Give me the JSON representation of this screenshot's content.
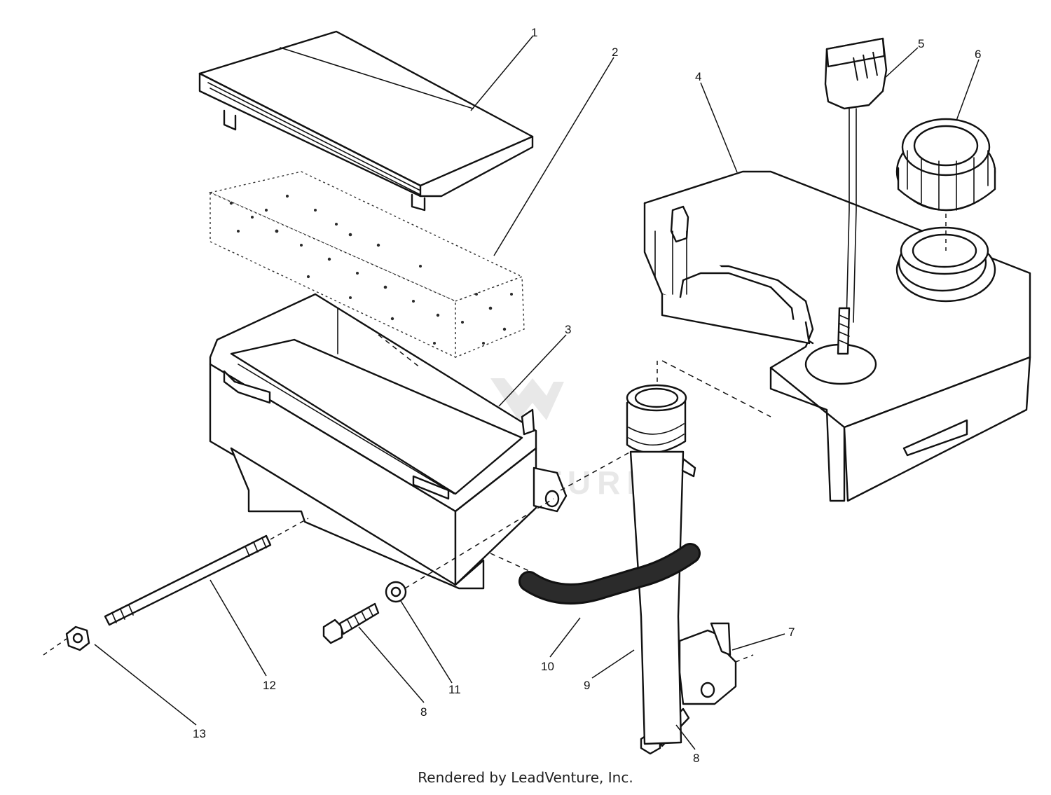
{
  "callouts": {
    "c1": "1",
    "c2": "2",
    "c3": "3",
    "c4": "4",
    "c5": "5",
    "c6": "6",
    "c7": "7",
    "c8a": "8",
    "c8b": "8",
    "c9": "9",
    "c10": "10",
    "c11": "11",
    "c12": "12",
    "c13": "13"
  },
  "watermark": "LEADVENTURE",
  "footer": "Rendered by LeadVenture, Inc."
}
